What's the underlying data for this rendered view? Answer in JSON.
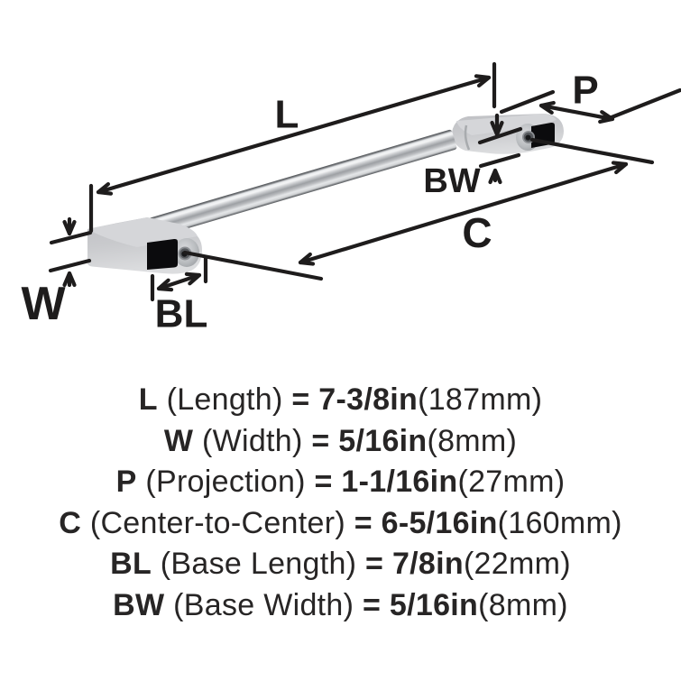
{
  "diagram": {
    "labels": {
      "length": "L",
      "projection": "P",
      "base_width": "BW",
      "center_to_center": "C",
      "width": "W",
      "base_length": "BL"
    },
    "line_color": "#1e1c1c",
    "metal_colors": {
      "bar_highlight": "#f4f5f6",
      "bar_mid": "#9da0a4",
      "bar_edge": "#4e5154",
      "base_front": "#c6c7cb",
      "base_top": "#d5d6d9",
      "hole": "#0b0b0d"
    }
  },
  "legend": {
    "rows": [
      {
        "abbr": "L",
        "desc": "(Length)",
        "value": "7-3/8in",
        "metric": "(187mm)"
      },
      {
        "abbr": "W",
        "desc": "(Width)",
        "value": "5/16in",
        "metric": "(8mm)"
      },
      {
        "abbr": "P",
        "desc": "(Projection)",
        "value": "1-1/16in",
        "metric": "(27mm)"
      },
      {
        "abbr": "C",
        "desc": "(Center-to-Center)",
        "value": "6-5/16in",
        "metric": "(160mm)"
      },
      {
        "abbr": "BL",
        "desc": "(Base Length)",
        "value": "7/8in",
        "metric": "(22mm)"
      },
      {
        "abbr": "BW",
        "desc": "(Base Width)",
        "value": "5/16in",
        "metric": "(8mm)"
      }
    ]
  }
}
